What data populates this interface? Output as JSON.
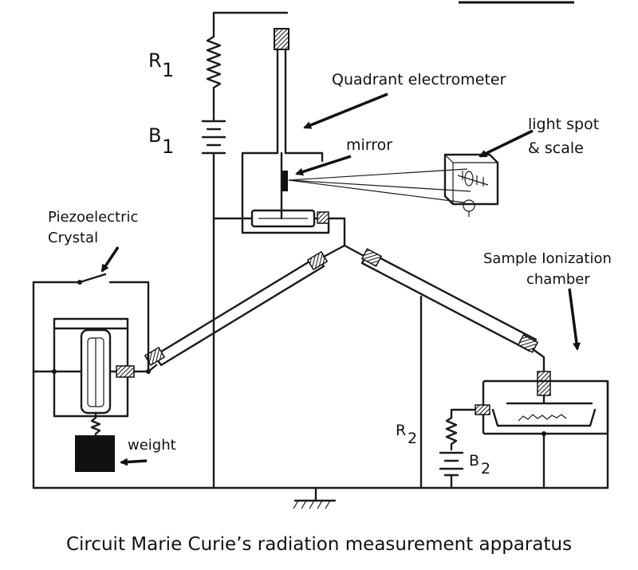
{
  "labels": {
    "r1": "R",
    "r1_sub": "1",
    "b1": "B",
    "b1_sub": "1",
    "r2": "R",
    "r2_sub": "2",
    "b2": "B",
    "b2_sub": "2",
    "electrometer": "Quadrant electrometer",
    "mirror": "mirror",
    "light_spot_1": "light spot",
    "light_spot_2": "& scale",
    "crystal_1": "Piezoelectric",
    "crystal_2": "Crystal",
    "chamber_1": "Sample Ionization",
    "chamber_2": "chamber",
    "weight": "weight"
  },
  "caption": "Circuit Marie Curie’s radiation measurement apparatus"
}
